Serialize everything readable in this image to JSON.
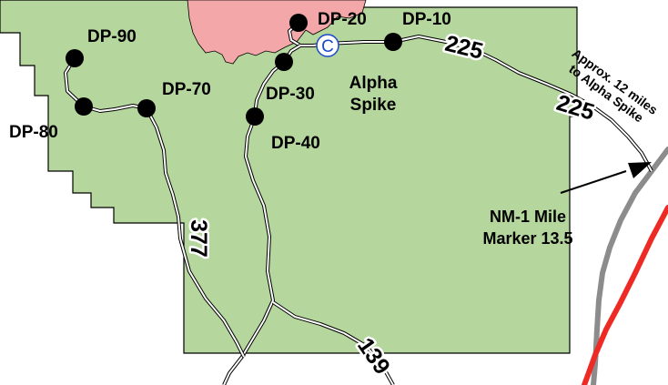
{
  "colors": {
    "land": "#b5d69d",
    "burn_area": "#f4a7a8",
    "main_highway": "#ee2a24",
    "highway_gray": "#8c8c8c",
    "outline": "#000000",
    "point": "#000000",
    "camp_symbol": "#1a49c8"
  },
  "points": [
    {
      "id": "DP-10",
      "label": "DP-10"
    },
    {
      "id": "DP-20",
      "label": "DP-20"
    },
    {
      "id": "DP-30",
      "label": "DP-30"
    },
    {
      "id": "DP-40",
      "label": "DP-40"
    },
    {
      "id": "DP-70",
      "label": "DP-70"
    },
    {
      "id": "DP-80",
      "label": "DP-80"
    },
    {
      "id": "DP-90",
      "label": "DP-90"
    }
  ],
  "camp": {
    "symbol": "C",
    "label_line1": "Alpha",
    "label_line2": "Spike",
    "icon": "camp-circle-icon"
  },
  "roads": {
    "r225": "225",
    "r377": "377",
    "r139": "139"
  },
  "note": {
    "line1": "Approx. 12 miles",
    "line2": "to Alpha Spike"
  },
  "marker": {
    "line1": "NM-1 Mile",
    "line2": "Marker 13.5"
  }
}
